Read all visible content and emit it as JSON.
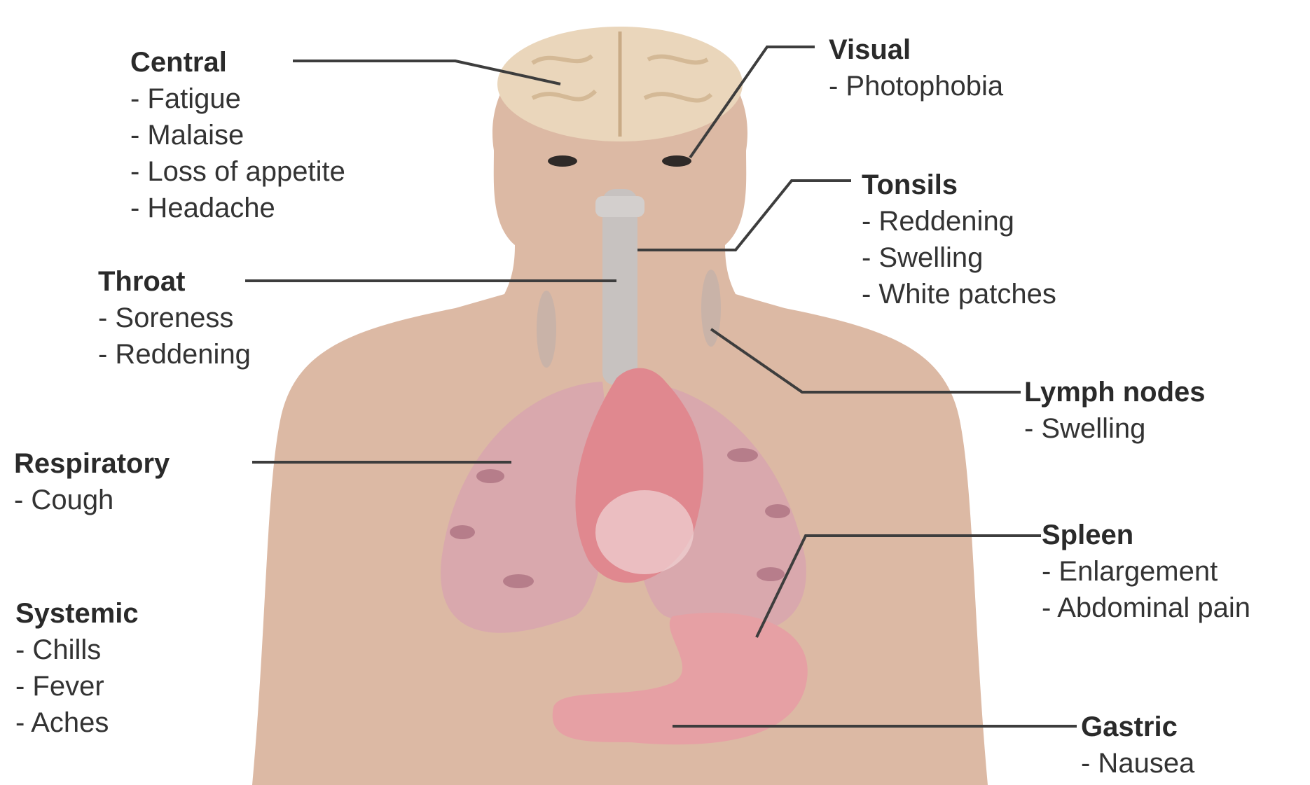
{
  "colors": {
    "skin": "#dcb9a4",
    "brain": "#ead6bb",
    "lung": "#d9a8ad",
    "lung_spots": "#9a5a6f",
    "heart": "#e0888f",
    "stomach": "#e6a0a4",
    "trachea": "#c7c2c0",
    "leader_line": "#3d3d3d"
  },
  "groups": [
    {
      "key": "central",
      "title": "Central",
      "items": [
        "- Fatigue",
        "- Malaise",
        "- Loss of appetite",
        "- Headache"
      ]
    },
    {
      "key": "visual",
      "title": "Visual",
      "items": [
        "- Photophobia"
      ]
    },
    {
      "key": "tonsils",
      "title": "Tonsils",
      "items": [
        "- Reddening",
        "- Swelling",
        "- White patches"
      ]
    },
    {
      "key": "throat",
      "title": "Throat",
      "items": [
        "- Soreness",
        "- Reddening"
      ]
    },
    {
      "key": "lymph",
      "title": "Lymph nodes",
      "items": [
        "- Swelling"
      ]
    },
    {
      "key": "respiratory",
      "title": "Respiratory",
      "items": [
        "- Cough"
      ]
    },
    {
      "key": "spleen",
      "title": "Spleen",
      "items": [
        "- Enlargement",
        "- Abdominal pain"
      ]
    },
    {
      "key": "systemic",
      "title": "Systemic",
      "items": [
        "- Chills",
        "- Fever",
        "- Aches"
      ]
    },
    {
      "key": "gastric",
      "title": "Gastric",
      "items": [
        "- Nausea"
      ]
    }
  ]
}
